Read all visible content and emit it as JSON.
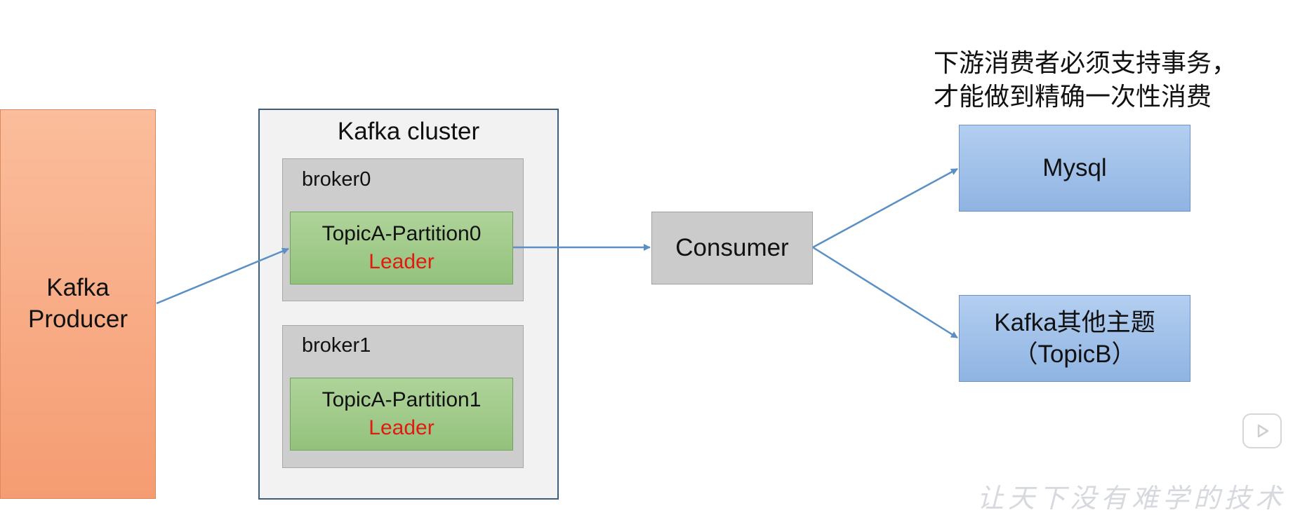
{
  "producer": {
    "line1": "Kafka",
    "line2": "Producer"
  },
  "cluster": {
    "title": "Kafka cluster",
    "brokers": [
      {
        "label": "broker0",
        "partition": "TopicA-Partition0",
        "role": "Leader"
      },
      {
        "label": "broker1",
        "partition": "TopicA-Partition1",
        "role": "Leader"
      }
    ]
  },
  "consumer": {
    "label": "Consumer"
  },
  "targets": {
    "mysql": {
      "label": "Mysql"
    },
    "topicb": {
      "line1": "Kafka其他主题",
      "line2": "（TopicB）"
    }
  },
  "note": {
    "line1": "下游消费者必须支持事务，",
    "line2": "才能做到精确一次性消费"
  },
  "watermark": "让天下没有难学的技术",
  "colors": {
    "arrow": "#5b8fc5",
    "leader": "#e11b10",
    "producer": "#f8a982",
    "partition": "#a3cb8d",
    "target": "#a3c2ea"
  },
  "icons": {
    "play": "play-icon"
  }
}
